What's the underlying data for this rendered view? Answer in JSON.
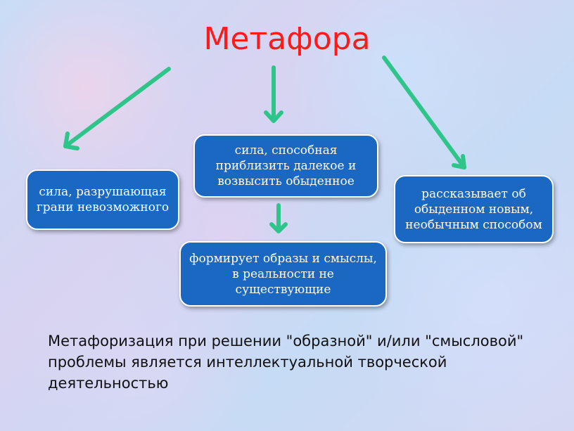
{
  "title": "Метафора",
  "boxes": {
    "left": "сила, разрушающая грани невозможного",
    "center": "сила, способная приблизить далекое и возвысить обыденное",
    "right": "рассказывает об обыденном новым, необычным способом",
    "bottom": "формирует образы и смыслы, в реальности не существующие"
  },
  "conclusion": "Метафоризация при решении \"образной\" и/или \"смысловой\" проблемы является интеллектуальной творческой деятельностью",
  "colors": {
    "title": "#ff1a1a",
    "box_fill": "#1a68c2",
    "arrow": "#2fc58a"
  }
}
